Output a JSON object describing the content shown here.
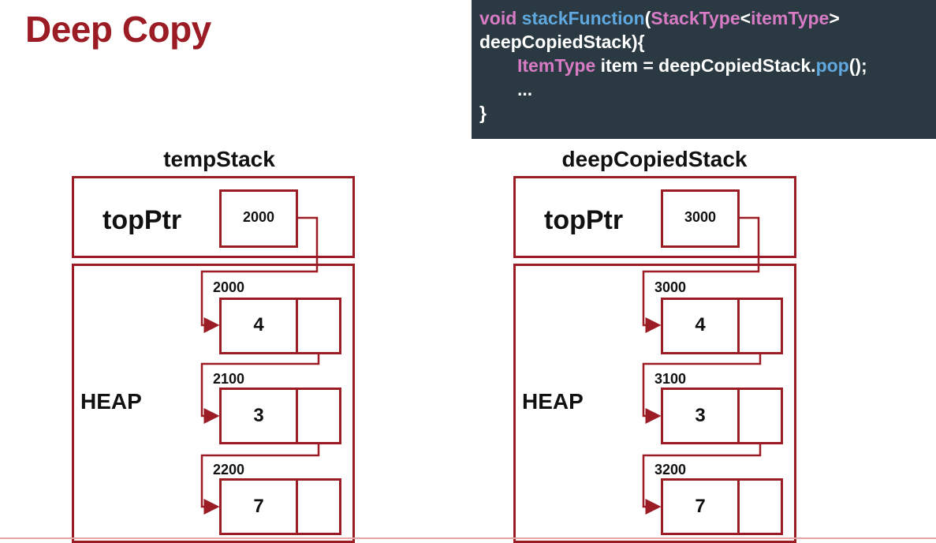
{
  "title": "Deep Copy",
  "code": {
    "line1": [
      {
        "t": "void ",
        "c": "kw"
      },
      {
        "t": "stackFunction",
        "c": "fn"
      },
      {
        "t": "(",
        "c": ""
      },
      {
        "t": "StackType",
        "c": "kw"
      },
      {
        "t": "<",
        "c": ""
      },
      {
        "t": "itemType",
        "c": "kw"
      },
      {
        "t": ">",
        "c": ""
      }
    ],
    "line2": [
      {
        "t": "deepCopiedStack){",
        "c": ""
      }
    ],
    "line3": [
      {
        "t": "ItemType",
        "c": "kw"
      },
      {
        "t": " item = deepCopiedStack.",
        "c": ""
      },
      {
        "t": "pop",
        "c": "fn"
      },
      {
        "t": "();",
        "c": ""
      }
    ],
    "line4": [
      {
        "t": "...",
        "c": ""
      }
    ],
    "line5": [
      {
        "t": "}",
        "c": ""
      }
    ]
  },
  "stacks": [
    {
      "name": "tempStack",
      "top_label": "topPtr",
      "top_value": "2000",
      "heap_label": "HEAP",
      "nodes": [
        {
          "address": "2000",
          "value": "4"
        },
        {
          "address": "2100",
          "value": "3"
        },
        {
          "address": "2200",
          "value": "7"
        }
      ]
    },
    {
      "name": "deepCopiedStack",
      "top_label": "topPtr",
      "top_value": "3000",
      "heap_label": "HEAP",
      "nodes": [
        {
          "address": "3000",
          "value": "4"
        },
        {
          "address": "3100",
          "value": "3"
        },
        {
          "address": "3200",
          "value": "7"
        }
      ]
    }
  ],
  "colors": {
    "accent": "#9b1c24",
    "code_bg": "#2b3a42",
    "keyword": "#d77bc4",
    "function": "#5fa8e0"
  }
}
